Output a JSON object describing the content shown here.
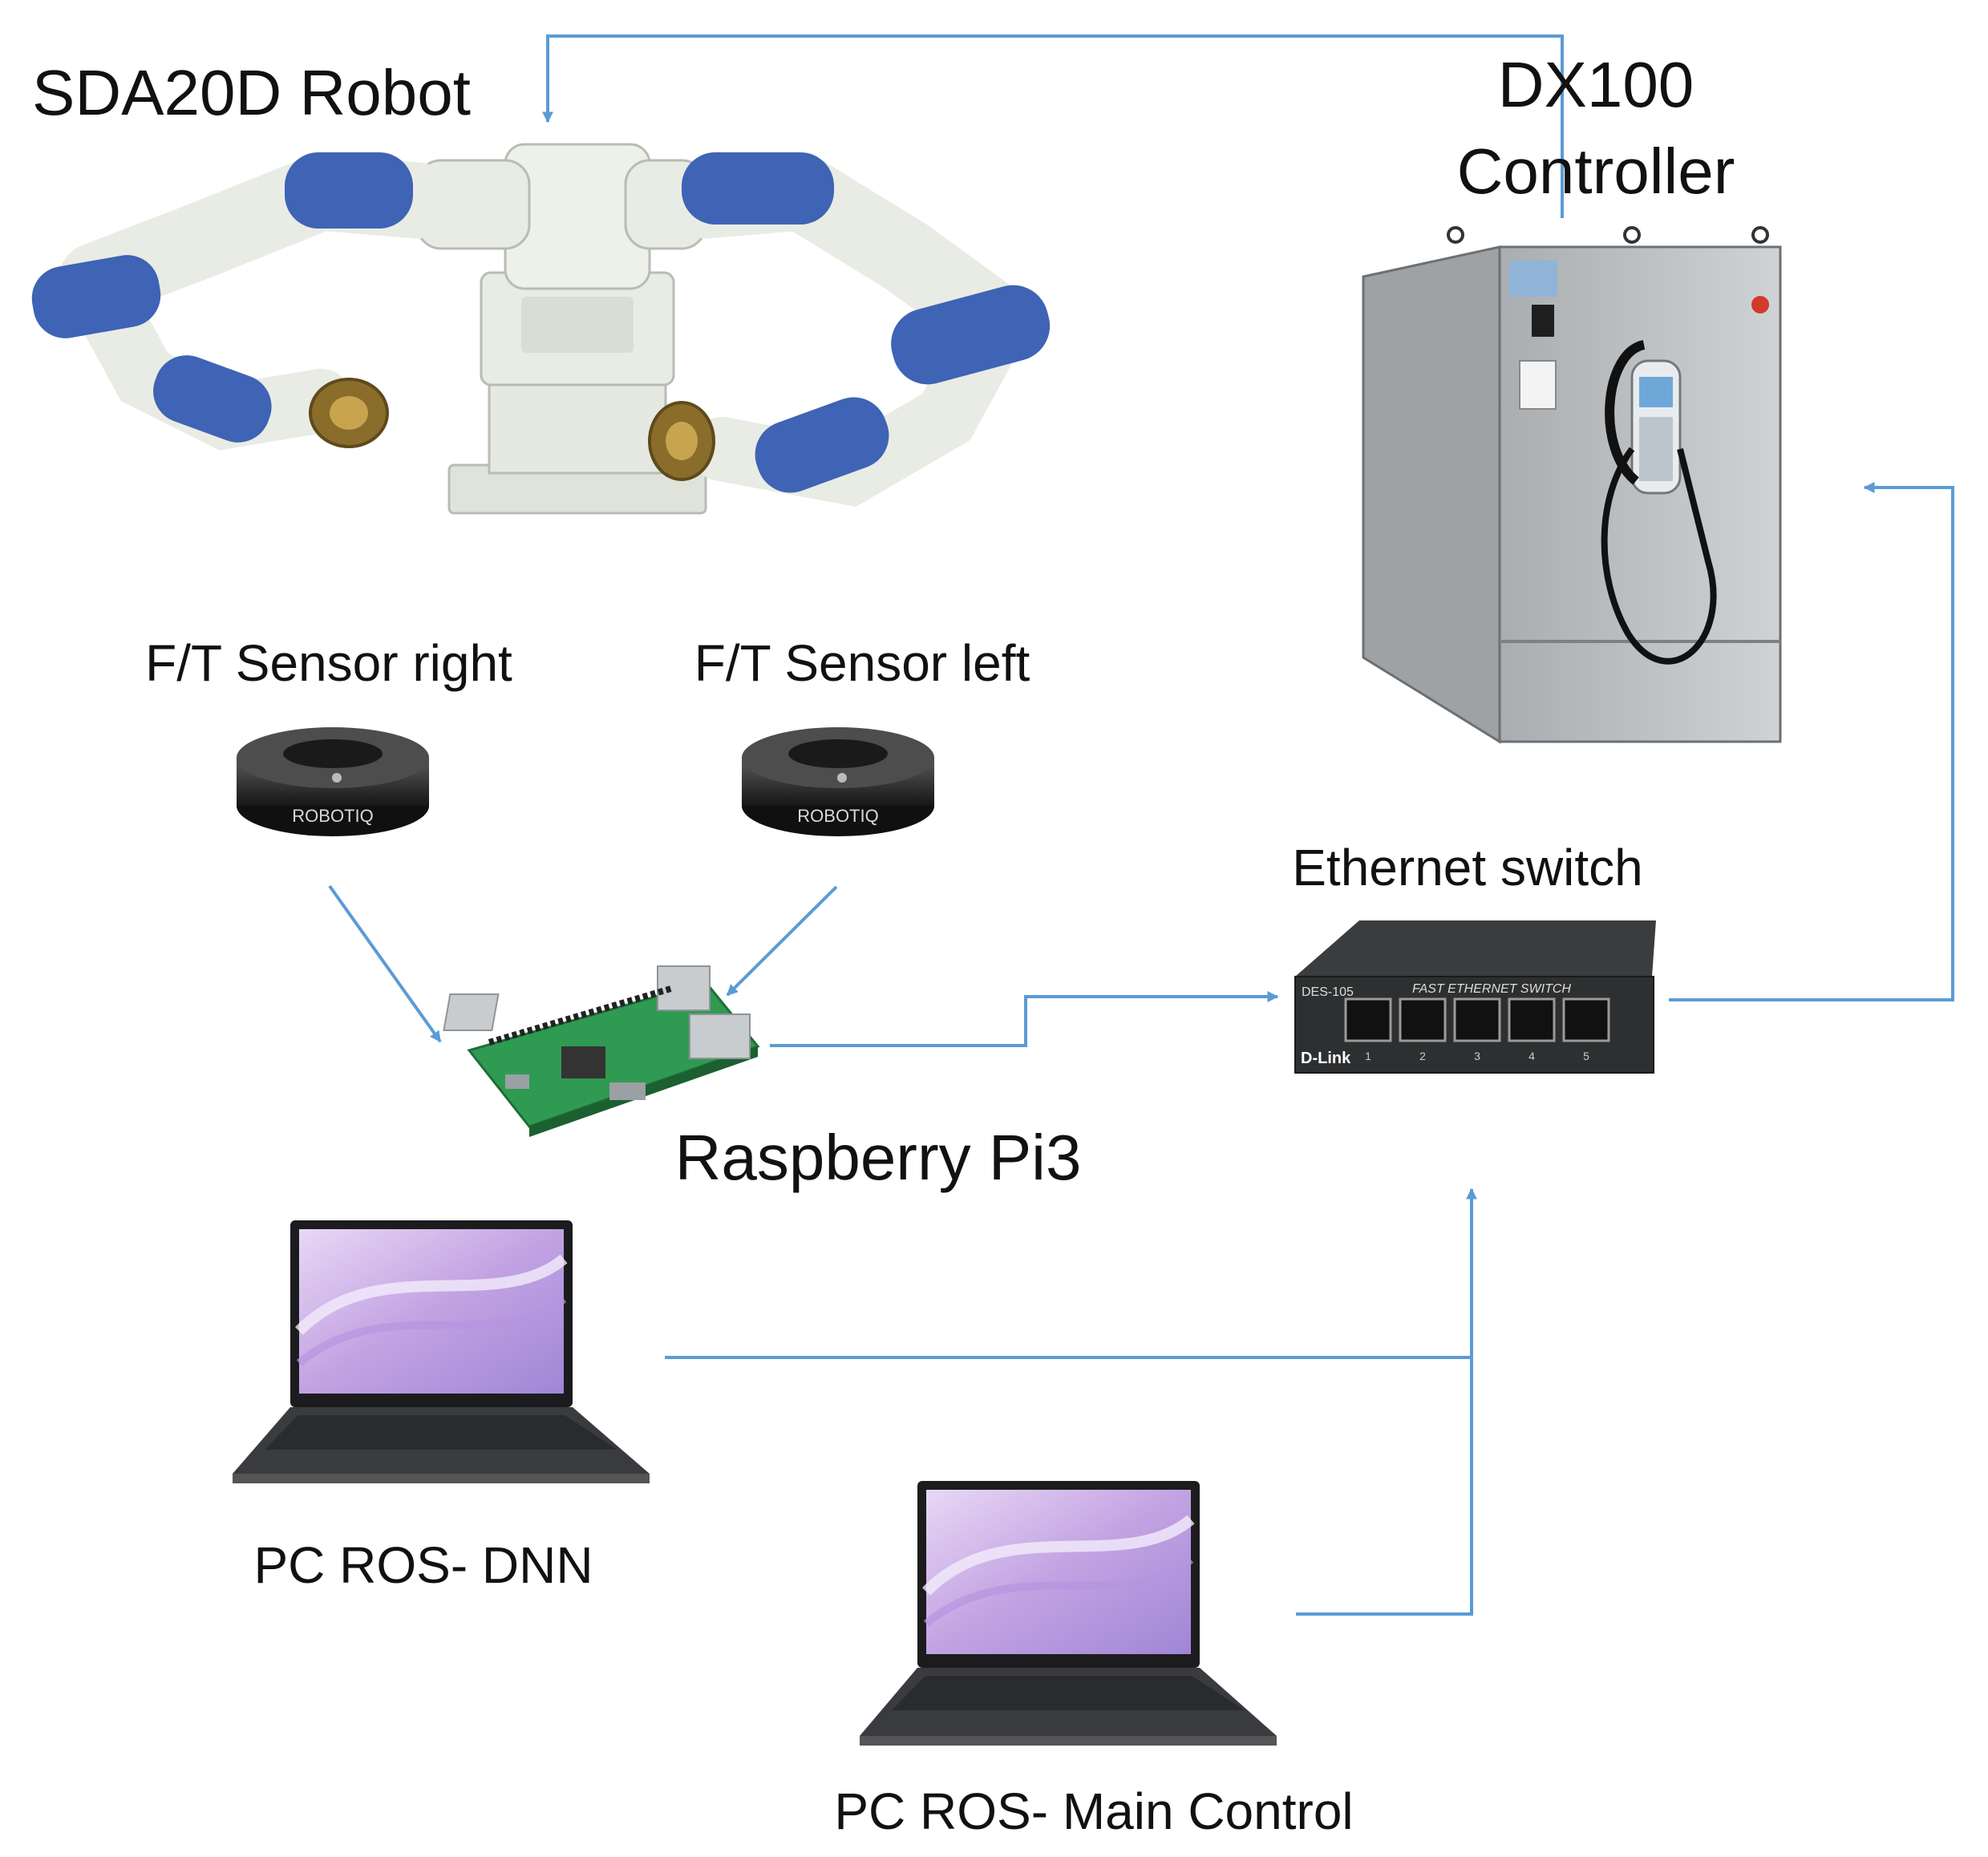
{
  "colors": {
    "arrow": "#5b9bd5",
    "robot_blue": "#3f63b5",
    "robot_white": "#e9ece4",
    "cabinet": "#c5c8ca",
    "sensor": "#2b2b2b",
    "pcb": "#2f9a52",
    "switch": "#2d2f31",
    "laptop_screen": "#c9a8e4"
  },
  "labels": {
    "robot": "SDA20D Robot",
    "controller_line1": "DX100",
    "controller_line2": "Controller",
    "ft_right": "F/T Sensor right",
    "ft_left": "F/T Sensor left",
    "ethernet_switch": "Ethernet switch",
    "raspberry": "Raspberry Pi3",
    "pc_dnn": "PC ROS- DNN",
    "pc_main": "PC ROS- Main Control"
  },
  "device_markings": {
    "sensor_brand": "ROBOTIQ",
    "switch_brand": "D-Link",
    "switch_caption": "FAST ETHERNET SWITCH",
    "switch_model": "DES-105",
    "switch_ports": [
      "1",
      "2",
      "3",
      "4",
      "5"
    ]
  },
  "icons": {
    "robot": "dual-arm-robot-icon",
    "controller": "controller-cabinet-icon",
    "sensor": "force-torque-sensor-icon",
    "raspberry": "raspberry-pi-board-icon",
    "switch": "ethernet-switch-icon",
    "laptop": "laptop-icon"
  }
}
